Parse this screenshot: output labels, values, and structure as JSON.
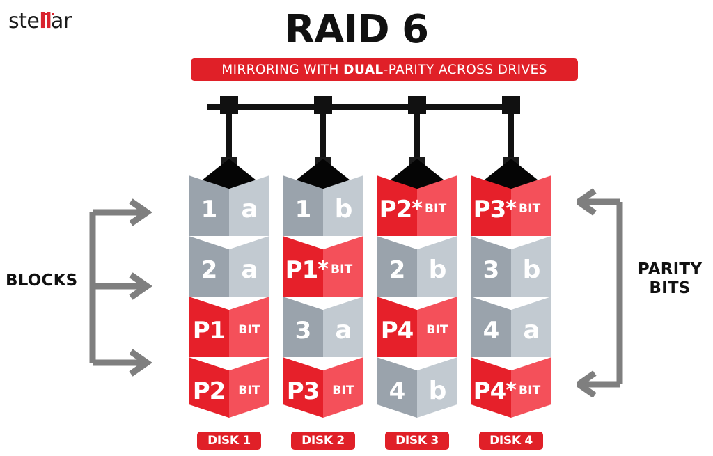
{
  "brand": {
    "name_part1": "ste",
    "name_part2": "ll",
    "name_part3": "ar",
    "accent_color": "#d9232e"
  },
  "header": {
    "title": "RAID 6",
    "subtitle_pre": "MIRRORING WITH ",
    "subtitle_bold": "DUAL",
    "subtitle_post": "-PARITY ACROSS DRIVES",
    "banner_color": "#e02028"
  },
  "annotations": {
    "left_label": "BLOCKS",
    "right_label_line1": "PARITY",
    "right_label_line2": "BITS",
    "bracket_color": "#7f7f7f"
  },
  "colors": {
    "grey_dark": "#9aa3ac",
    "grey_light": "#c2cad1",
    "red_dark": "#e6202a",
    "red_light": "#f4505a",
    "black": "#050505",
    "white": "#ffffff"
  },
  "chart_data": {
    "type": "table",
    "title": "RAID 6 — Mirroring with dual-parity across drives",
    "columns": [
      "DISK 1",
      "DISK 2",
      "DISK 3",
      "DISK 4"
    ],
    "rows": [
      [
        "1 a",
        "1 b",
        "P2* BIT",
        "P3* BIT"
      ],
      [
        "2 a",
        "P1* BIT",
        "2 b",
        "3 b"
      ],
      [
        "P1 BIT",
        "3 a",
        "P4 BIT",
        "4 a"
      ],
      [
        "P2 BIT",
        "P3 BIT",
        "4 b",
        "P4* BIT"
      ]
    ],
    "legend": [
      "BLOCKS (grey)",
      "PARITY BITS (red)"
    ]
  },
  "disks": [
    {
      "label": "DISK 1",
      "blocks": [
        {
          "kind": "grey",
          "main": "1",
          "sub": "a",
          "sub_size": "big",
          "star": false
        },
        {
          "kind": "grey",
          "main": "2",
          "sub": "a",
          "sub_size": "big",
          "star": false
        },
        {
          "kind": "red",
          "main": "P1",
          "sub": "BIT",
          "sub_size": "small",
          "star": false
        },
        {
          "kind": "red",
          "main": "P2",
          "sub": "BIT",
          "sub_size": "small",
          "star": false
        }
      ]
    },
    {
      "label": "DISK 2",
      "blocks": [
        {
          "kind": "grey",
          "main": "1",
          "sub": "b",
          "sub_size": "big",
          "star": false
        },
        {
          "kind": "red",
          "main": "P1",
          "sub": "BIT",
          "sub_size": "small",
          "star": true
        },
        {
          "kind": "grey",
          "main": "3",
          "sub": "a",
          "sub_size": "big",
          "star": false
        },
        {
          "kind": "red",
          "main": "P3",
          "sub": "BIT",
          "sub_size": "small",
          "star": false
        }
      ]
    },
    {
      "label": "DISK 3",
      "blocks": [
        {
          "kind": "red",
          "main": "P2",
          "sub": "BIT",
          "sub_size": "small",
          "star": true
        },
        {
          "kind": "grey",
          "main": "2",
          "sub": "b",
          "sub_size": "big",
          "star": false
        },
        {
          "kind": "red",
          "main": "P4",
          "sub": "BIT",
          "sub_size": "small",
          "star": false
        },
        {
          "kind": "grey",
          "main": "4",
          "sub": "b",
          "sub_size": "big",
          "star": false
        }
      ]
    },
    {
      "label": "DISK 4",
      "blocks": [
        {
          "kind": "red",
          "main": "P3",
          "sub": "BIT",
          "sub_size": "small",
          "star": true
        },
        {
          "kind": "grey",
          "main": "3",
          "sub": "b",
          "sub_size": "big",
          "star": false
        },
        {
          "kind": "grey",
          "main": "4",
          "sub": "a",
          "sub_size": "big",
          "star": false
        },
        {
          "kind": "red",
          "main": "P4",
          "sub": "BIT",
          "sub_size": "small",
          "star": true
        }
      ]
    }
  ]
}
